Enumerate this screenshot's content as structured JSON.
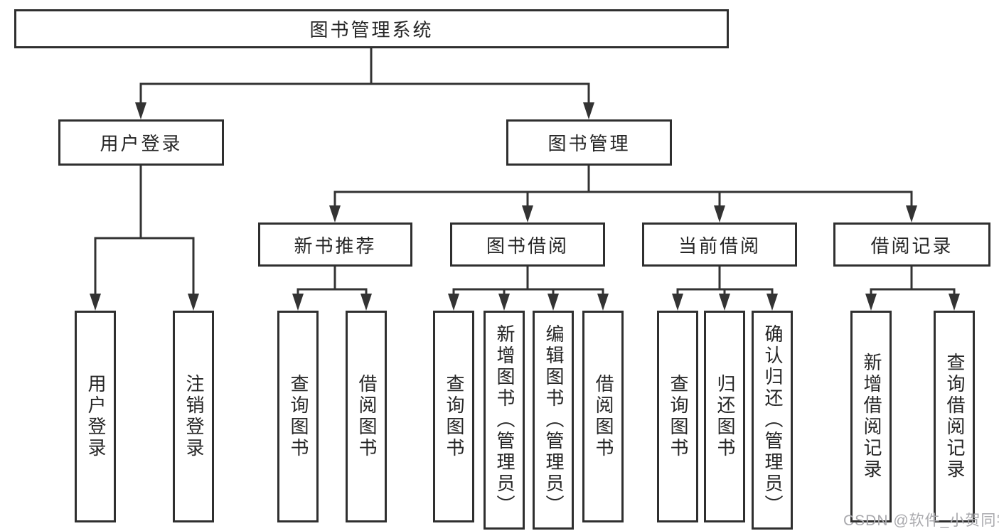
{
  "diagram": {
    "root": {
      "label": "图书管理系统"
    },
    "level2": [
      {
        "label": "用户登录"
      },
      {
        "label": "图书管理"
      }
    ],
    "level3": [
      {
        "label": "新书推荐"
      },
      {
        "label": "图书借阅"
      },
      {
        "label": "当前借阅"
      },
      {
        "label": "借阅记录"
      }
    ],
    "leaves": [
      {
        "label": "用户登录"
      },
      {
        "label": "注销登录"
      },
      {
        "label": "查询图书"
      },
      {
        "label": "借阅图书"
      },
      {
        "label": "查询图书"
      },
      {
        "label": "新增图书（管理员）"
      },
      {
        "label": "编辑图书（管理员）"
      },
      {
        "label": "借阅图书"
      },
      {
        "label": "查询图书"
      },
      {
        "label": "归还图书"
      },
      {
        "label": "确认归还（管理员）"
      },
      {
        "label": "新增借阅记录"
      },
      {
        "label": "查询借阅记录"
      }
    ]
  },
  "watermark": {
    "text": "CSDN @软件_小贺同学"
  },
  "colors": {
    "line": "#333333",
    "border": "#2f2f2f",
    "text": "#262626",
    "background": "#ffffff",
    "watermark": "#a9a9ad"
  }
}
